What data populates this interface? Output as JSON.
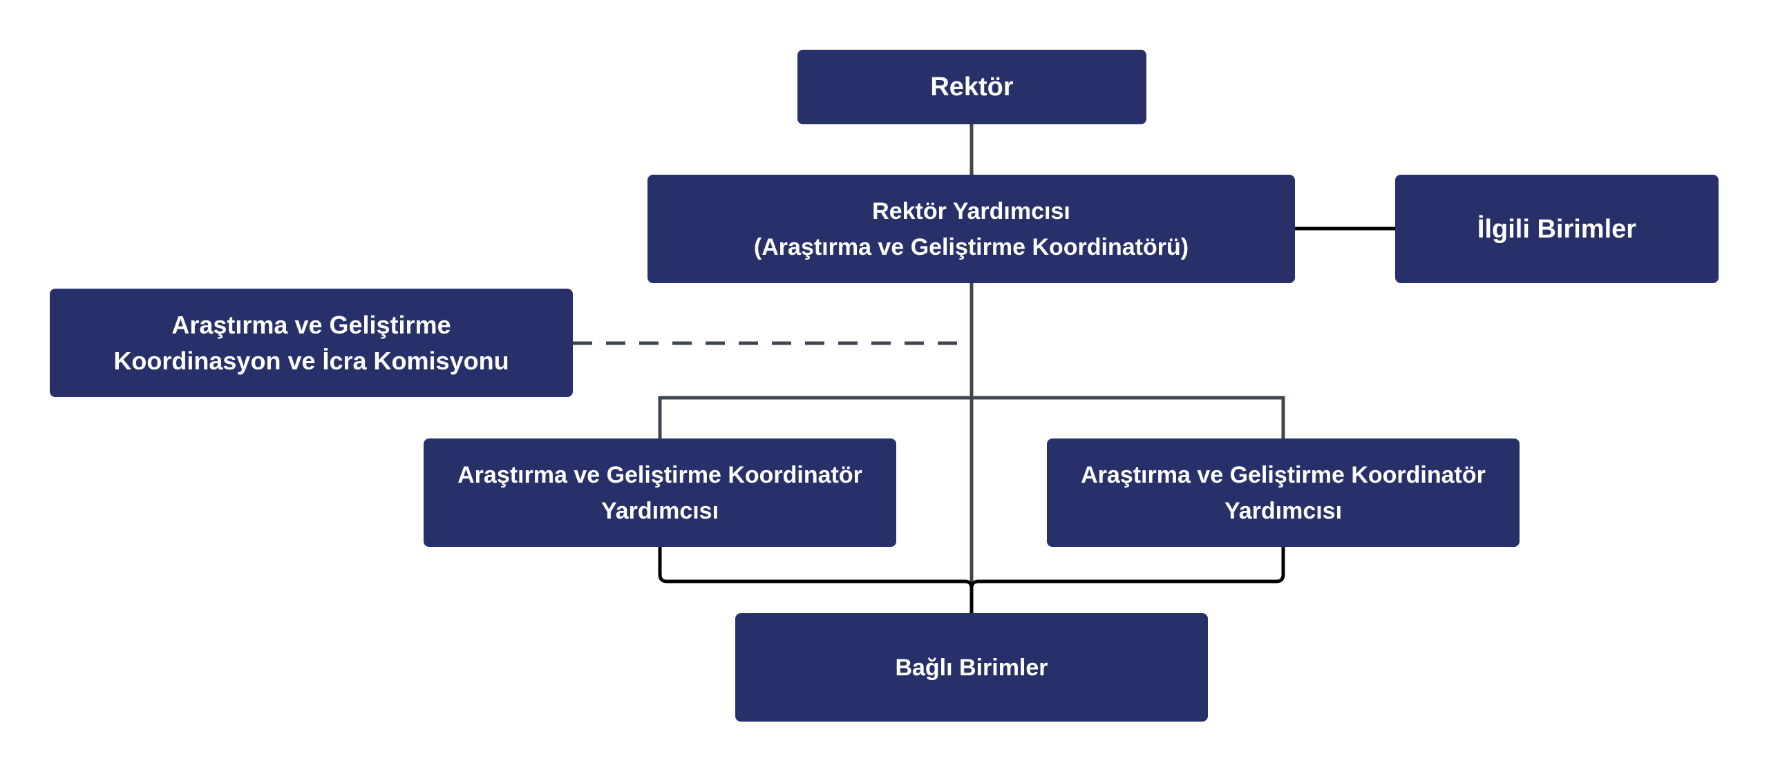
{
  "diagram": {
    "nodes": {
      "rektor": "Rektör",
      "rektor_yardimcisi": [
        "Rektör Yardımcısı",
        "(Araştırma ve Geliştirme Koordinatörü)"
      ],
      "ilgili_birimler": "İlgili Birimler",
      "komisyon": [
        "Araştırma ve Geliştirme",
        "Koordinasyon ve İcra Komisyonu"
      ],
      "koordinator_yardimcisi_left": [
        "Araştırma ve Geliştirme Koordinatör",
        "Yardımcısı"
      ],
      "koordinator_yardimcisi_right": [
        "Araştırma ve Geliştirme Koordinatör",
        "Yardımcısı"
      ],
      "bagli_birimler": "Bağlı Birimler"
    },
    "colors": {
      "node_fill": "#273068",
      "node_text": "#ffffff",
      "connector_gray": "#3f4650",
      "connector_black": "#000000"
    }
  }
}
